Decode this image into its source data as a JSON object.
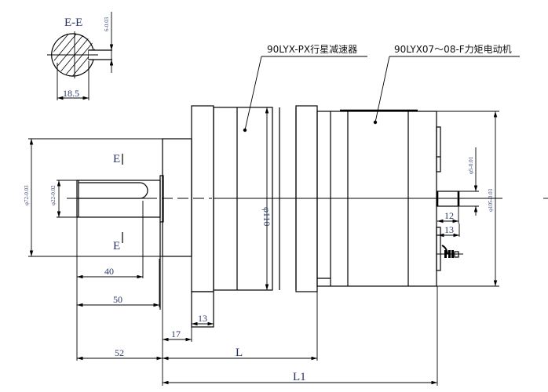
{
  "section": {
    "title": "E-E",
    "width_dim": "18.5",
    "keyway_dim": "6-0.03"
  },
  "labels": {
    "reducer": "90LYX-PX行星减速器",
    "motor": "90LYX07～08-F力矩电动机"
  },
  "section_marks": {
    "top": "E",
    "bottom": "E"
  },
  "dimensions": {
    "flange_dia": "φ72-0.03",
    "shaft_dia": "φ22-0.02",
    "body_dia": "φ110",
    "motor_shaft_dia": "φ5-0.01",
    "motor_dia": "φ105-0.03",
    "motor_shaft_len": "12",
    "motor_step": "13",
    "key_len": "40",
    "shaft_len": "50",
    "spigot": "17",
    "flange_thk": "13",
    "output_len": "52",
    "reducer_len": "L",
    "total_len": "L1"
  }
}
